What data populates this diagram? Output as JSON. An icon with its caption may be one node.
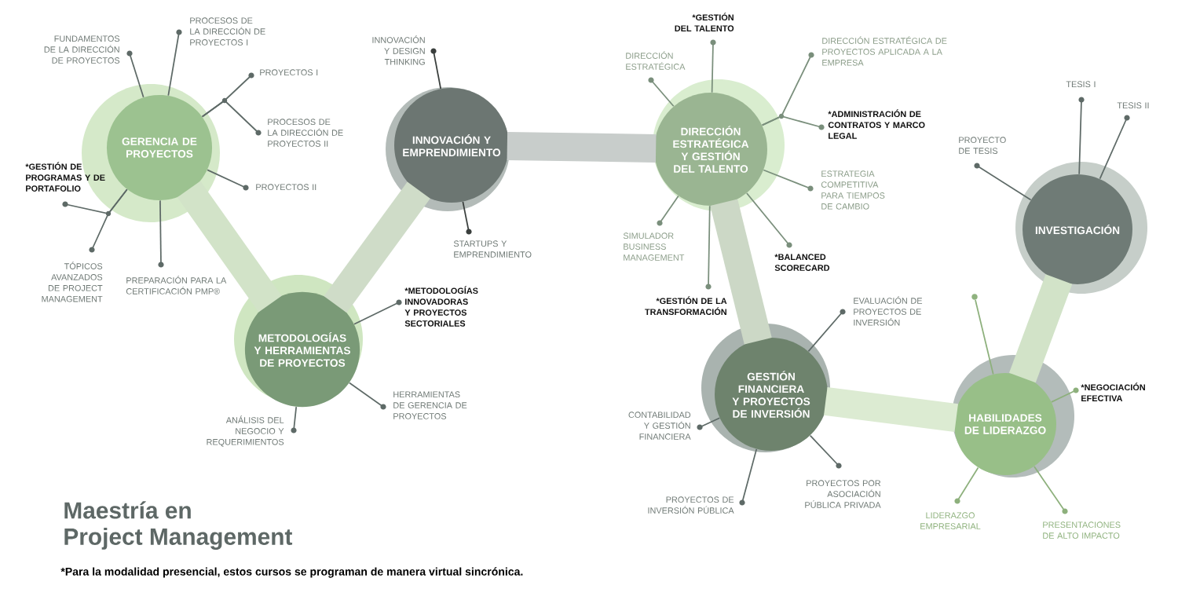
{
  "diagram": {
    "title": "Maestría en Project Management",
    "caption": "*Para la modalidad presencial, estos cursos se programan de manera virtual sincrónica.",
    "nodes": [
      {
        "text": [
          "GERENCIA DE PROYECTOS"
        ]
      },
      {
        "text": [
          "METODOLOGÍAS Y HERRAMIENTAS DE PROYECTOS"
        ]
      },
      {
        "text": [
          "INNOVACIÓN Y EMPRENDIMIENTO"
        ]
      },
      {
        "text": [
          "DIRECCIÓN ESTRATÉGICA Y GESTIÓN DEL TALENTO"
        ]
      },
      {
        "text": [
          "GESTIÓN FINANCIERA Y PROYECTOS DE INVERSIÓN"
        ]
      },
      {
        "text": [
          "HABILIDADES DE LIDERAZGO"
        ]
      },
      {
        "text": [
          "INVESTIGACIÓN"
        ]
      },
      {
        "text": [
          "FUNDAMENTOS DE LA DIRECCIÓN DE PROYECTOS"
        ]
      },
      {
        "text": [
          "PROCESOS DE LA DIRECCIÓN DE PROYECTOS I"
        ]
      },
      {
        "text": [
          "PROYECTOS I"
        ]
      },
      {
        "text": [
          "PROCESOS DE LA DIRECCIÓN DE PROYECTOS II"
        ]
      },
      {
        "text": [
          "PROYECTOS II"
        ]
      },
      {
        "text": [
          "PREPARACIÓN PARA LA CERTIFICACIÓN PMP®"
        ]
      },
      {
        "text": [
          "TÓPICOS AVANZADOS DE PROJECT MANAGEMENT"
        ]
      },
      {
        "text": [
          "*GESTIÓN DE PROGRAMAS Y DE PORTAFOLIO"
        ]
      },
      {
        "text": [
          "*METODOLOGÍAS INNOVADORAS Y PROYECTOS SECTORIALES"
        ]
      },
      {
        "text": [
          "HERRAMIENTAS DE GERENCIA DE PROYECTOS"
        ]
      },
      {
        "text": [
          "ANÁLISIS DEL NEGOCIO Y REQUERIMIENTOS"
        ]
      },
      {
        "text": [
          "INNOVACIÓN Y DESIGN THINKING"
        ]
      },
      {
        "text": [
          "STARTUPS Y EMPRENDIMIENTO"
        ]
      },
      {
        "text": [
          "*GESTIÓN DEL TALENTO"
        ]
      },
      {
        "text": [
          "DIRECCIÓN ESTRATÉGICA"
        ]
      },
      {
        "text": [
          "DIRECCIÓN ESTRATÉGICA DE PROYECTOS APLICADA A LA EMPRESA"
        ]
      },
      {
        "text": [
          "*ADMINISTRACIÓN DE CONTRATOS Y MARCO LEGAL"
        ]
      },
      {
        "text": [
          "ESTRATEGIA COMPETITIVA PARA TIEMPOS DE CAMBIO"
        ]
      },
      {
        "text": [
          "*BALANCED SCORECARD"
        ]
      },
      {
        "text": [
          "*GESTIÓN DE LA TRANSFORMACIÓN"
        ]
      },
      {
        "text": [
          "SIMULADOR BUSINESS MANAGEMENT"
        ]
      },
      {
        "text": [
          "EVALUACIÓN DE PROYECTOS DE INVERSIÓN"
        ]
      },
      {
        "text": [
          "CONTABILIDAD Y GESTIÓN FINANCIERA"
        ]
      },
      {
        "text": [
          "PROYECTOS DE INVERSIÓN PÚBLICA"
        ]
      },
      {
        "text": [
          "PROYECTOS POR ASOCIACIÓN PÚBLICA PRIVADA"
        ]
      },
      {
        "text": [],
        "shape": "circle"
      },
      {
        "text": [
          "*NEGOCIACIÓN EFECTIVA"
        ]
      },
      {
        "text": [
          "LIDERAZGO EMPRESARIAL"
        ]
      },
      {
        "text": [
          "PRESENTACIONES DE ALTO IMPACTO"
        ]
      },
      {
        "text": [
          "PROYECTO DE TESIS"
        ]
      },
      {
        "text": [
          "TESIS I"
        ]
      },
      {
        "text": [
          "TESIS II"
        ]
      }
    ],
    "edges": [
      {
        "from": 0,
        "to": 1,
        "arrow": "none",
        "style": "thick",
        "color": "#d2e3c8"
      },
      {
        "from": 1,
        "to": 2,
        "arrow": "none",
        "style": "thick",
        "color": "#cfdcc8"
      },
      {
        "from": 2,
        "to": 3,
        "arrow": "none",
        "style": "thick",
        "color": "#c8cdcb"
      },
      {
        "from": 3,
        "to": 4,
        "arrow": "none",
        "style": "thick",
        "color": "#ccd8c6"
      },
      {
        "from": 4,
        "to": 5,
        "arrow": "none",
        "style": "thick",
        "color": "#dcebd2"
      },
      {
        "from": 5,
        "to": 6,
        "arrow": "none",
        "style": "thick",
        "color": "#d2e3c8"
      },
      {
        "from": 0,
        "to": 7,
        "arrow": "none"
      },
      {
        "from": 0,
        "to": 8,
        "arrow": "none"
      },
      {
        "from": 0,
        "to": 9,
        "arrow": "none"
      },
      {
        "from": 0,
        "to": 10,
        "arrow": "none"
      },
      {
        "from": 0,
        "to": 11,
        "arrow": "none"
      },
      {
        "from": 0,
        "to": 12,
        "arrow": "none"
      },
      {
        "from": 0,
        "to": 13,
        "arrow": "none"
      },
      {
        "from": 0,
        "to": 14,
        "arrow": "none"
      },
      {
        "from": 1,
        "to": 15,
        "arrow": "none"
      },
      {
        "from": 1,
        "to": 16,
        "arrow": "none"
      },
      {
        "from": 1,
        "to": 17,
        "arrow": "none"
      },
      {
        "from": 2,
        "to": 18,
        "arrow": "none",
        "color": "#3a3f3d"
      },
      {
        "from": 2,
        "to": 19,
        "arrow": "none",
        "color": "#3a3f3d"
      },
      {
        "from": 3,
        "to": 20,
        "arrow": "none",
        "color": "#7a8f7c"
      },
      {
        "from": 3,
        "to": 21,
        "arrow": "none",
        "color": "#7a8f7c"
      },
      {
        "from": 3,
        "to": 22,
        "arrow": "none",
        "color": "#7a8f7c"
      },
      {
        "from": 3,
        "to": 23,
        "arrow": "none",
        "color": "#7a8f7c"
      },
      {
        "from": 3,
        "to": 24,
        "arrow": "none",
        "color": "#7a8f7c"
      },
      {
        "from": 3,
        "to": 25,
        "arrow": "none",
        "color": "#7a8f7c"
      },
      {
        "from": 3,
        "to": 26,
        "arrow": "none",
        "color": "#7a8f7c"
      },
      {
        "from": 3,
        "to": 27,
        "arrow": "none",
        "color": "#7a8f7c"
      },
      {
        "from": 4,
        "to": 28,
        "arrow": "none"
      },
      {
        "from": 4,
        "to": 29,
        "arrow": "none"
      },
      {
        "from": 4,
        "to": 30,
        "arrow": "none"
      },
      {
        "from": 4,
        "to": 31,
        "arrow": "none"
      },
      {
        "from": 5,
        "to": 32,
        "arrow": "none",
        "color": "#8db07c"
      },
      {
        "from": 5,
        "to": 33,
        "arrow": "none",
        "color": "#8db07c"
      },
      {
        "from": 5,
        "to": 34,
        "arrow": "none",
        "color": "#8db07c"
      },
      {
        "from": 5,
        "to": 35,
        "arrow": "none",
        "color": "#8db07c"
      },
      {
        "from": 6,
        "to": 36,
        "arrow": "none"
      },
      {
        "from": 6,
        "to": 37,
        "arrow": "none"
      },
      {
        "from": 6,
        "to": 38,
        "arrow": "none"
      }
    ]
  }
}
